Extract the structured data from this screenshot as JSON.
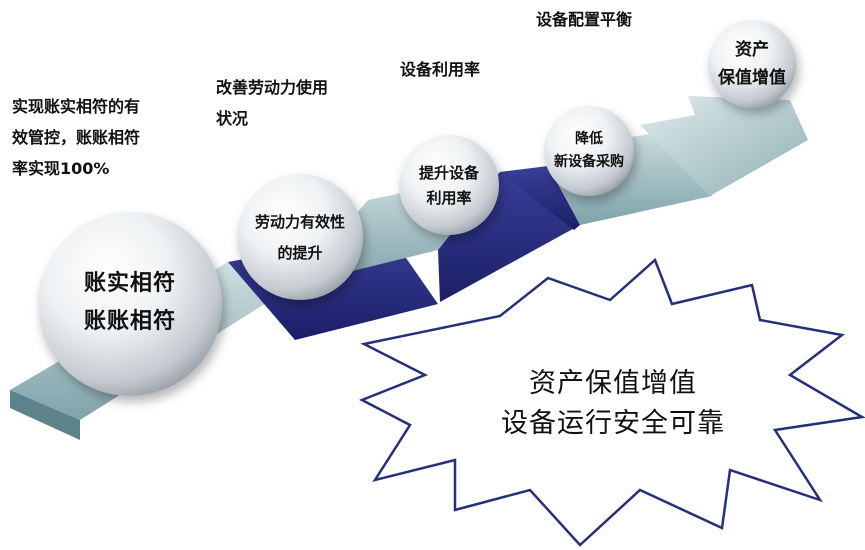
{
  "labels": {
    "goal_1_line1": "实现账实相符的有",
    "goal_1_line2": "效管控，账账相符",
    "goal_1_line3": "率实现100%",
    "goal_2_line1": "改善劳动力使用",
    "goal_2_line2": "状况",
    "goal_3": "设备利用率",
    "goal_4": "设备配置平衡"
  },
  "steps": [
    {
      "line1": "账实相符",
      "line2": "账账相符"
    },
    {
      "line1": "劳动力有效性",
      "line2": "的提升"
    },
    {
      "line1": "提升设备",
      "line2": "利用率"
    },
    {
      "line1": "降低",
      "line2": "新设备采购"
    },
    {
      "line1": "资产",
      "line2": "保值增值"
    }
  ],
  "burst": {
    "line1": "资产保值增值",
    "line2": "设备运行安全可靠"
  },
  "colors": {
    "riser": "#2a2f85",
    "tread": "#9fbdc2",
    "arrow": "#a9c4c8",
    "sphere": "#e9ecef"
  }
}
